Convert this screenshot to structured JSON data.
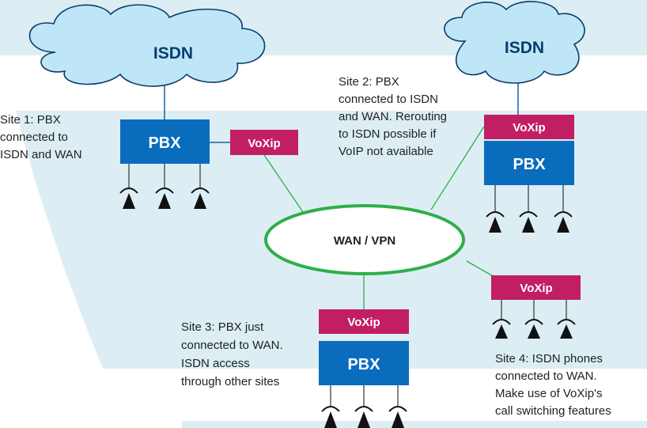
{
  "colors": {
    "band": "#dceef4",
    "cloud_fill": "#bfe6f6",
    "cloud_stroke": "#0a3d6e",
    "pbx": "#0a6cbd",
    "voxip": "#c21e63",
    "wan_stroke": "#2fae4a",
    "line_blue": "#1f5f9f",
    "line_green": "#2fae4a",
    "phone": "#111111"
  },
  "clouds": [
    {
      "label": "ISDN"
    },
    {
      "label": "ISDN"
    }
  ],
  "pbx_boxes": [
    {
      "label": "PBX"
    },
    {
      "label": "PBX"
    },
    {
      "label": "PBX"
    }
  ],
  "voxip_boxes": [
    {
      "label": "VoXip"
    },
    {
      "label": "VoXip"
    },
    {
      "label": "VoXip"
    },
    {
      "label": "VoXip"
    }
  ],
  "wan": {
    "label": "WAN / VPN"
  },
  "sites": {
    "site1": [
      "Site 1: PBX",
      "connected to",
      "ISDN and WAN"
    ],
    "site2": [
      "Site 2: PBX",
      "connected to ISDN",
      "and WAN. Rerouting",
      "to ISDN possible if",
      "VoIP not available"
    ],
    "site3": [
      "Site 3: PBX just",
      "connected to WAN.",
      "ISDN access",
      "through other sites"
    ],
    "site4": [
      "Site 4: ISDN phones",
      "connected to WAN.",
      "Make use of VoXip's",
      "call switching features"
    ]
  }
}
